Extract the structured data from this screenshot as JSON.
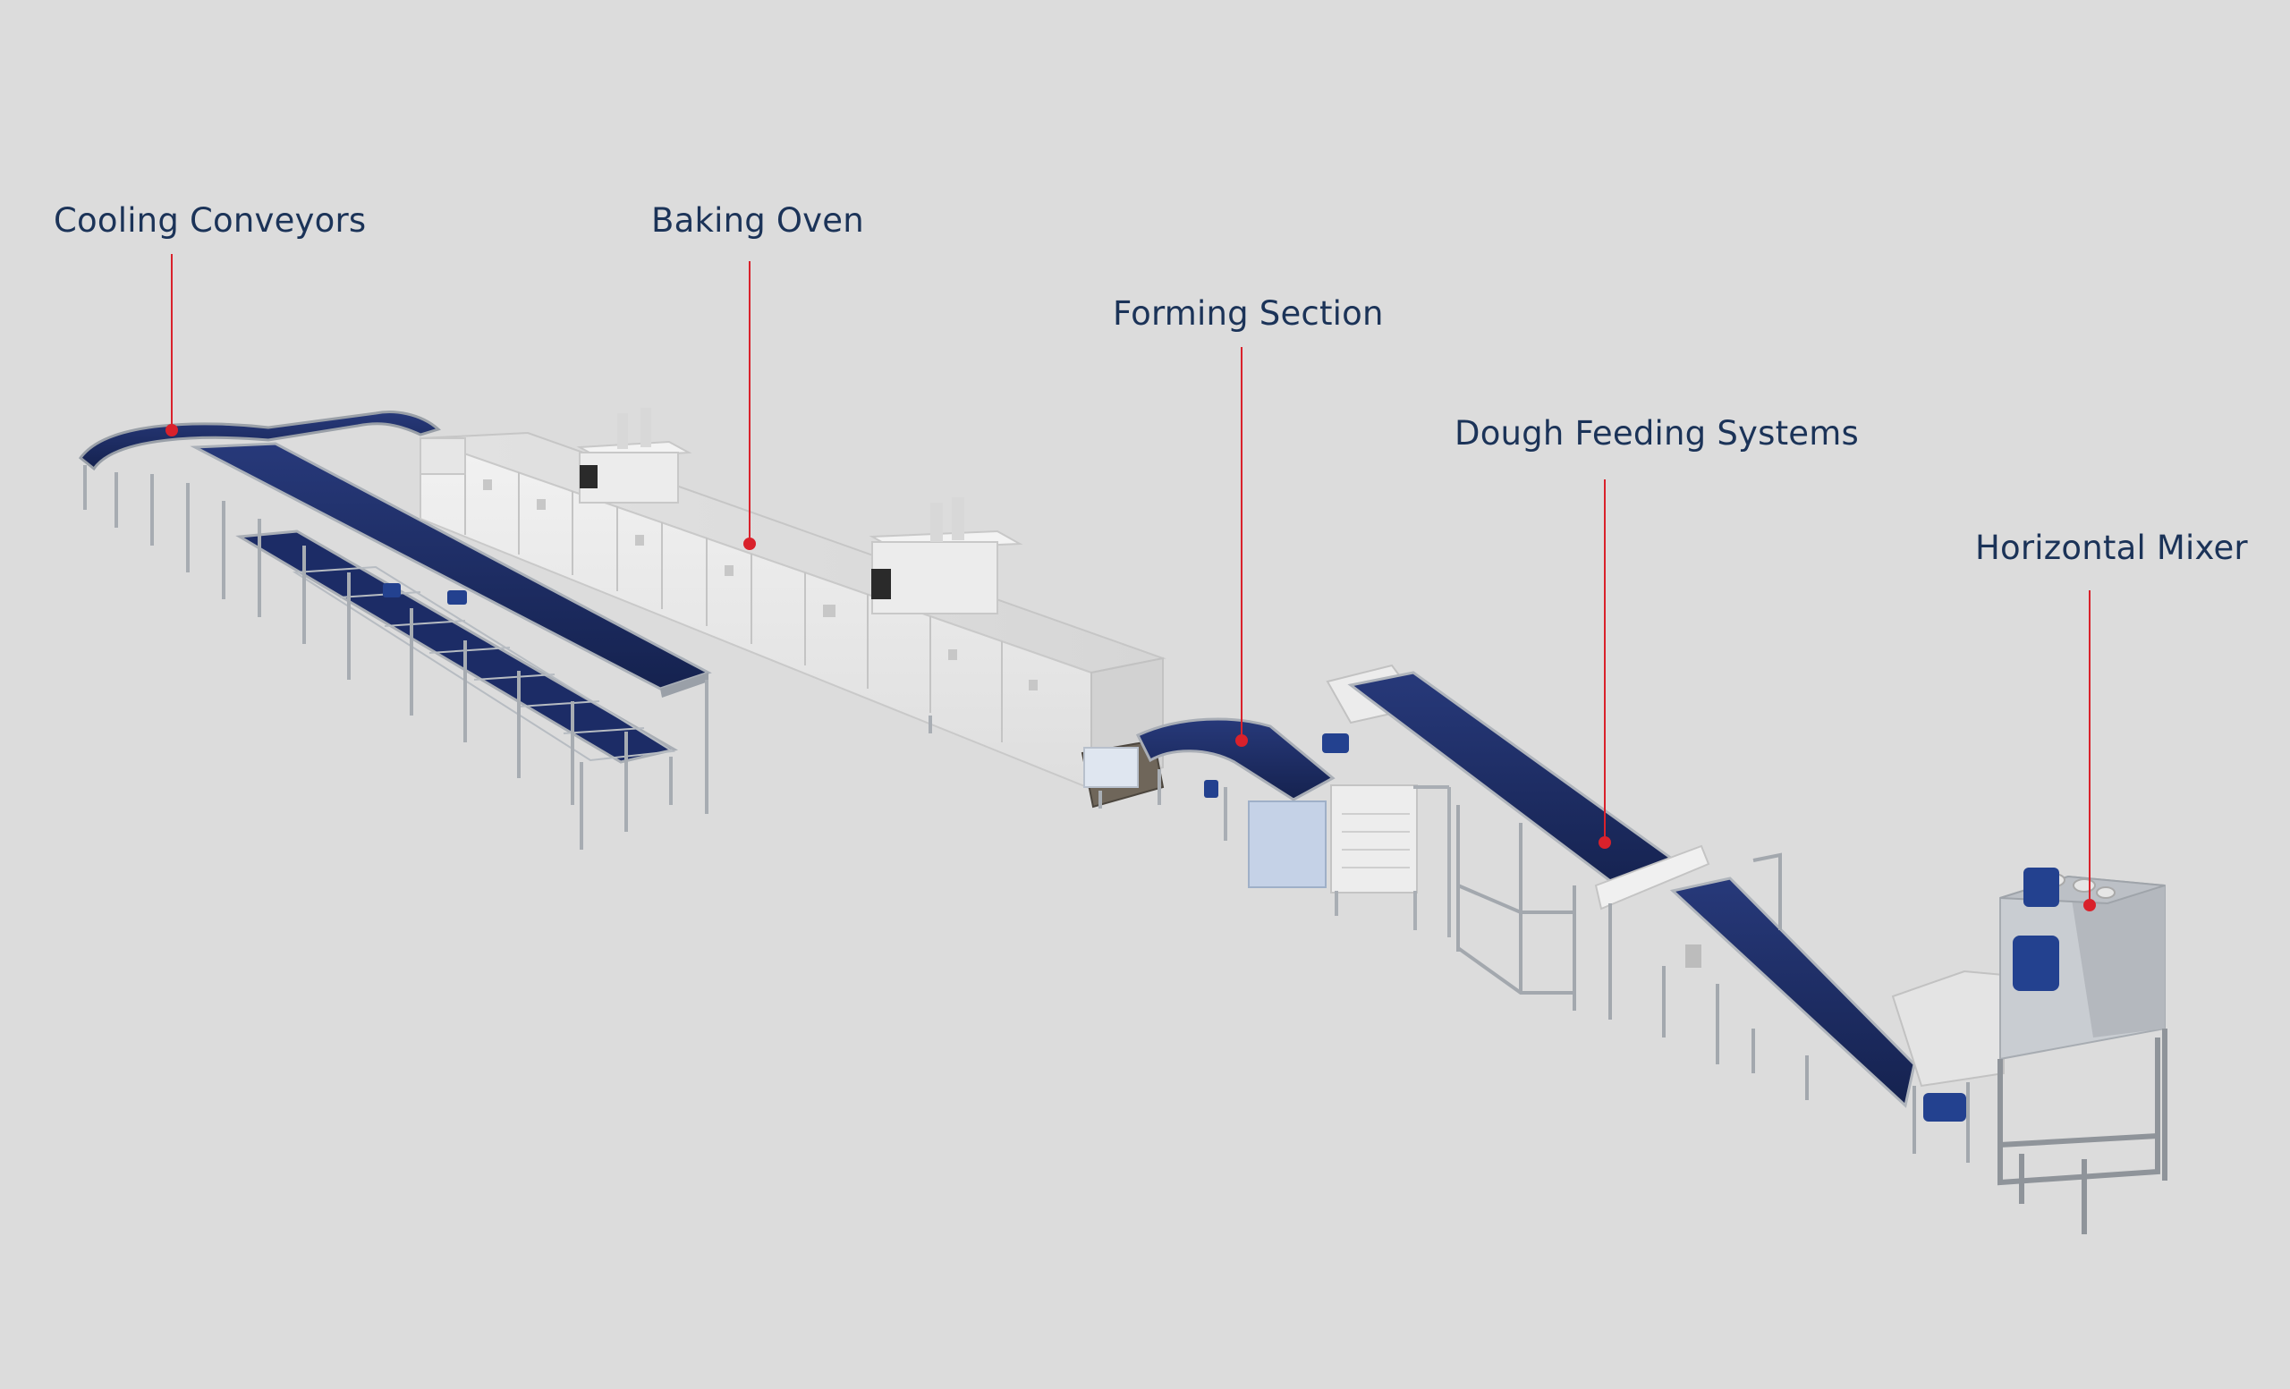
{
  "callouts": {
    "cooling": "Cooling Conveyors",
    "baking": "Baking Oven",
    "forming": "Forming Section",
    "dough": "Dough Feeding Systems",
    "mixer": "Horizontal Mixer"
  },
  "colors": {
    "background": "#dcdcdc",
    "label_text": "#1b3358",
    "leader_line": "#d9212b",
    "belt_blue": "#1d2f6b",
    "steel": "#b9bcc0",
    "oven_panel": "#eaeaea",
    "motor_blue": "#23418f"
  },
  "icons": {
    "marker": "red-dot-marker",
    "motor": "gear-motor-icon"
  }
}
